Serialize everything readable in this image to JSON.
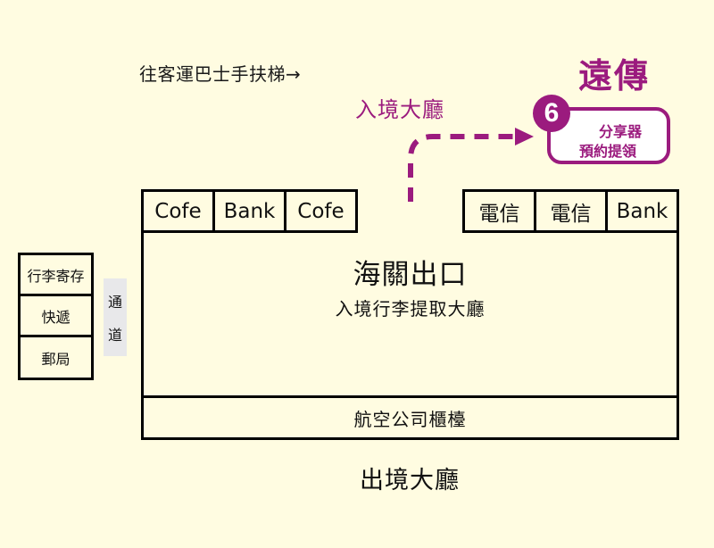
{
  "colors": {
    "background": "#FFFCE1",
    "accent": "#9B1B7E",
    "border": "#000000",
    "passage": "#E8E8EA"
  },
  "escalator_label": "往客運巴士手扶梯→",
  "arrivals_label": "入境大廳",
  "brand": {
    "title": "遠傳",
    "badge_number": "6",
    "promo_line1": "分享器",
    "promo_line2": "預約提領"
  },
  "route_icon": "dashed-arrow",
  "shops_left": [
    {
      "label": "Cofe"
    },
    {
      "label": "Bank"
    },
    {
      "label": "Cofe"
    }
  ],
  "shops_right": [
    {
      "label": "電信"
    },
    {
      "label": "電信"
    },
    {
      "label": "Bank"
    }
  ],
  "hall": {
    "title": "海關出口",
    "subtitle": "入境行李提取大廳",
    "counter": "航空公司櫃檯"
  },
  "departures_label": "出境大廳",
  "side_stack": [
    {
      "label": "行李寄存"
    },
    {
      "label": "快遞"
    },
    {
      "label": "郵局"
    }
  ],
  "passage": {
    "char1": "通",
    "char2": "道"
  }
}
